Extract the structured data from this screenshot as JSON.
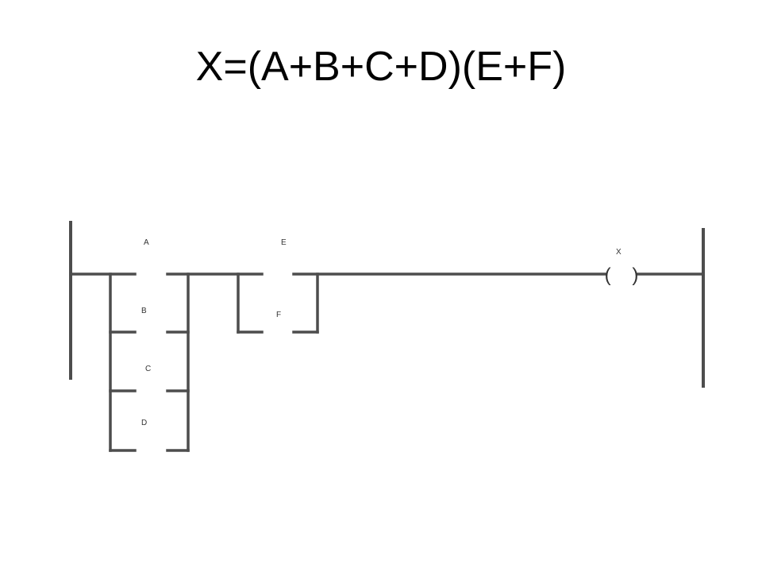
{
  "title": "X=(A+B+C+D)(E+F)",
  "contacts": {
    "a": "A",
    "b": "B",
    "c": "C",
    "d": "D",
    "e": "E",
    "f": "F"
  },
  "coil": {
    "label": "X",
    "symbol": "(    )"
  }
}
